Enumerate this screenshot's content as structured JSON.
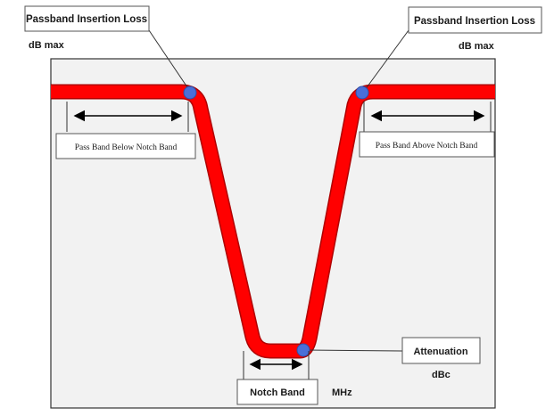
{
  "labels": {
    "passband_loss_left": "Passband Insertion Loss",
    "passband_loss_right": "Passband Insertion Loss",
    "unit_db_max_left": "dB max",
    "unit_db_max_right": "dB max",
    "pass_band_below": "Pass Band Below Notch Band",
    "pass_band_above": "Pass Band Above Notch Band",
    "attenuation": "Attenuation",
    "unit_dbc": "dBc",
    "notch_band": "Notch Band",
    "unit_mhz": "MHz"
  },
  "colors": {
    "curve": "#ff0000",
    "curve_edge": "#b00000",
    "marker": "#4a6fd8",
    "plot_background": "#f2f2f2",
    "plot_border": "#333333",
    "box_border": "#555555",
    "text": "#1a1a1a"
  }
}
